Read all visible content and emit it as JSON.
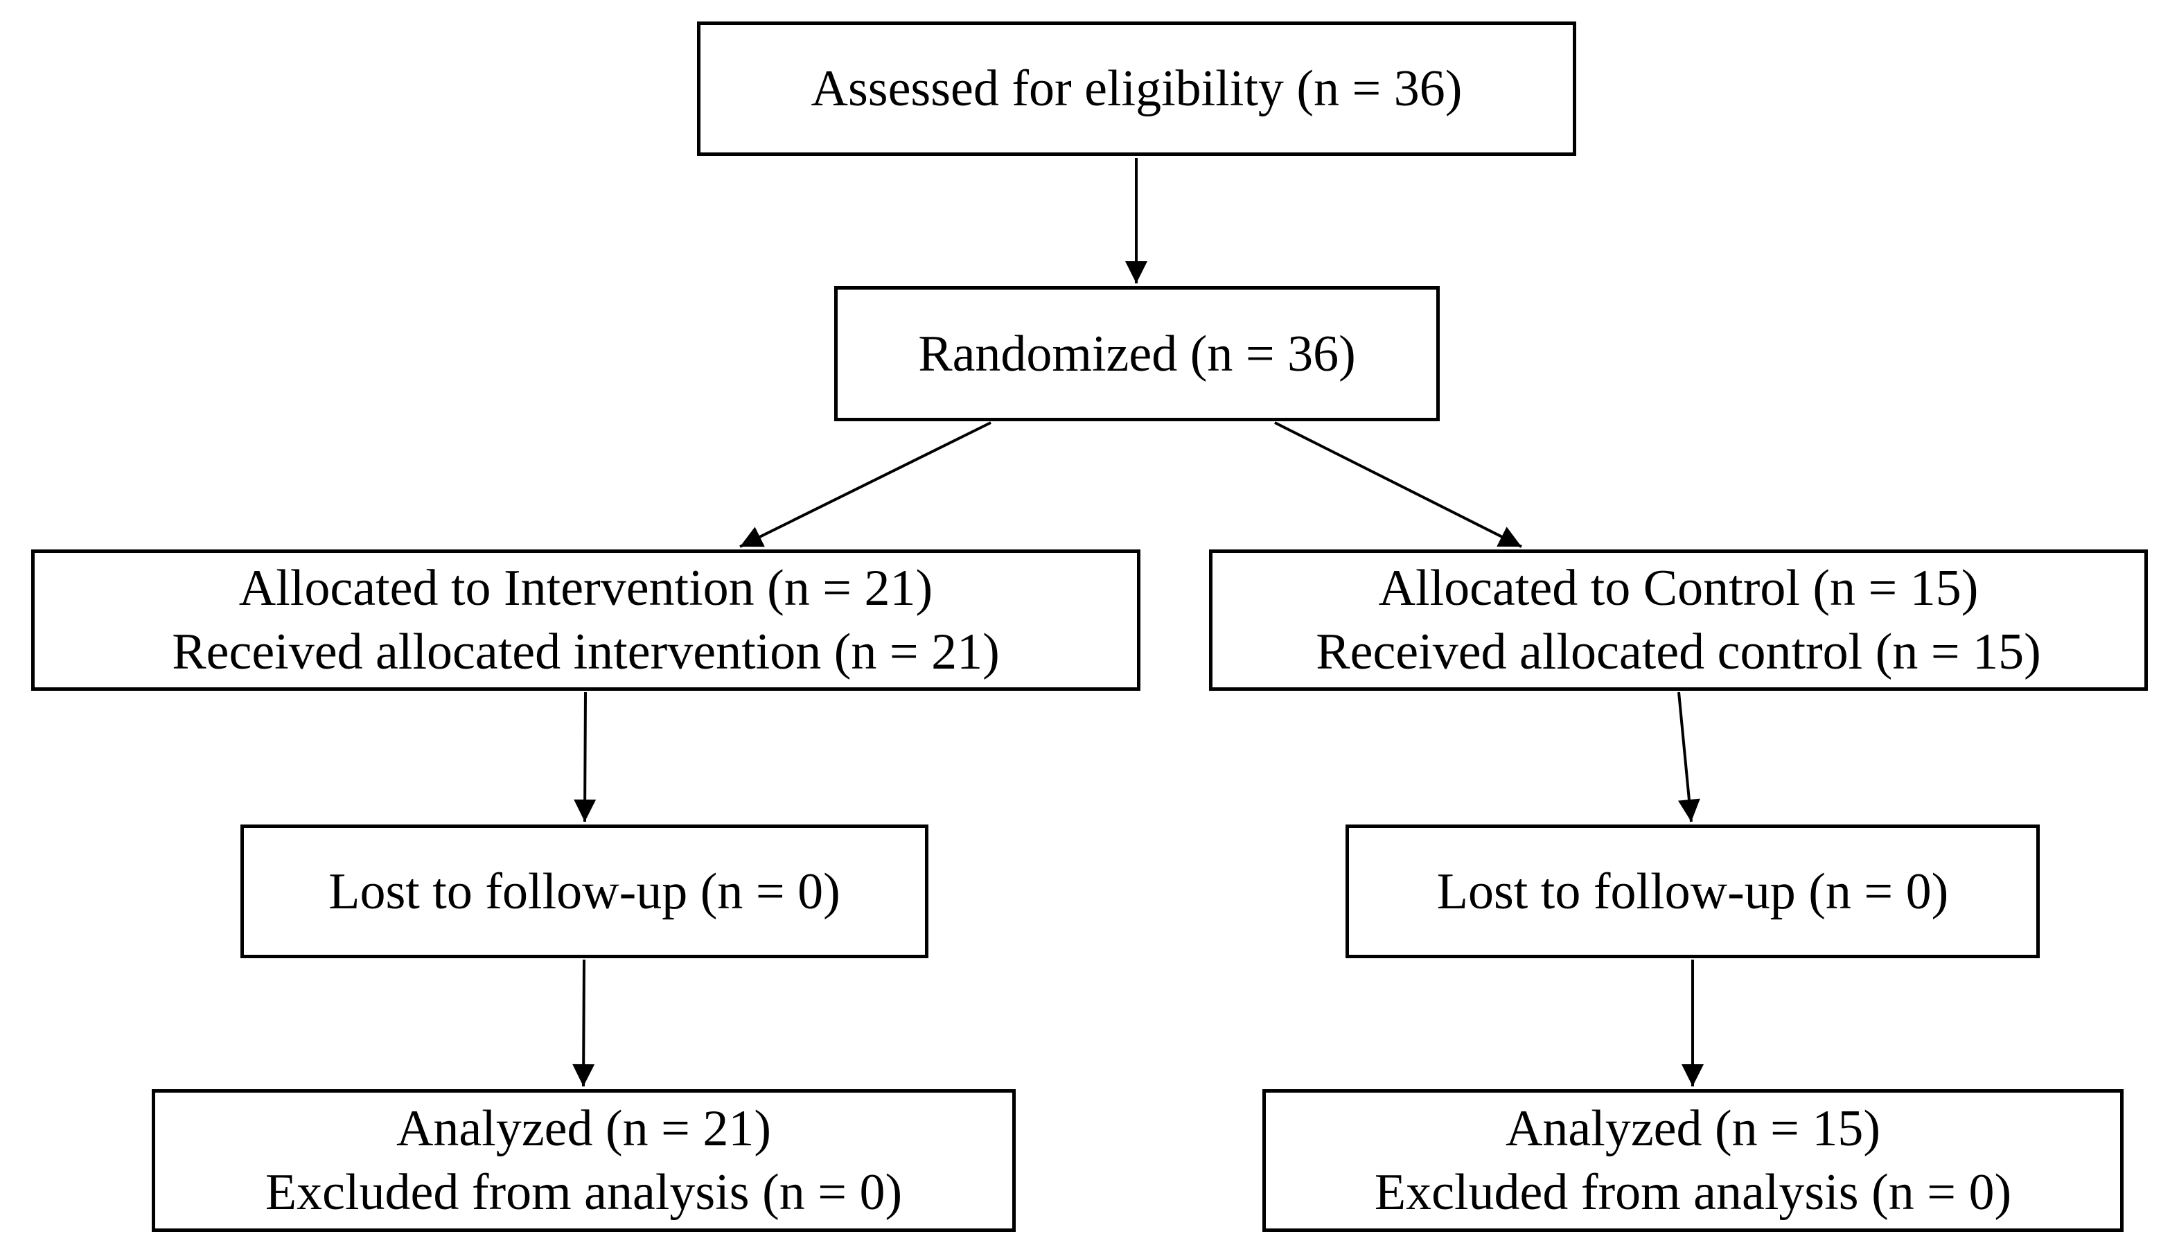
{
  "diagram": {
    "type": "consort-flowchart",
    "nodes": {
      "assessed": {
        "line1": "Assessed for eligibility (n = 36)"
      },
      "randomized": {
        "line1": "Randomized (n = 36)"
      },
      "allocated_intervention": {
        "line1": "Allocated to Intervention (n = 21)",
        "line2": "Received allocated intervention (n = 21)"
      },
      "allocated_control": {
        "line1": "Allocated to Control (n = 15)",
        "line2": "Received allocated control (n = 15)"
      },
      "lost_intervention": {
        "line1": "Lost to follow-up (n = 0)"
      },
      "lost_control": {
        "line1": "Lost to follow-up (n = 0)"
      },
      "analyzed_intervention": {
        "line1": "Analyzed (n = 21)",
        "line2": "Excluded from analysis (n = 0)"
      },
      "analyzed_control": {
        "line1": "Analyzed (n = 15)",
        "line2": "Excluded from analysis (n = 0)"
      }
    },
    "edges": [
      {
        "from": "assessed",
        "to": "randomized"
      },
      {
        "from": "randomized",
        "to": "allocated_intervention"
      },
      {
        "from": "randomized",
        "to": "allocated_control"
      },
      {
        "from": "allocated_intervention",
        "to": "lost_intervention"
      },
      {
        "from": "allocated_control",
        "to": "lost_control"
      },
      {
        "from": "lost_intervention",
        "to": "analyzed_intervention"
      },
      {
        "from": "lost_control",
        "to": "analyzed_control"
      }
    ],
    "colors": {
      "background": "#ffffff",
      "box_fill": "#ffffff",
      "box_border": "#000000",
      "arrow": "#000000",
      "text": "#000000"
    }
  }
}
